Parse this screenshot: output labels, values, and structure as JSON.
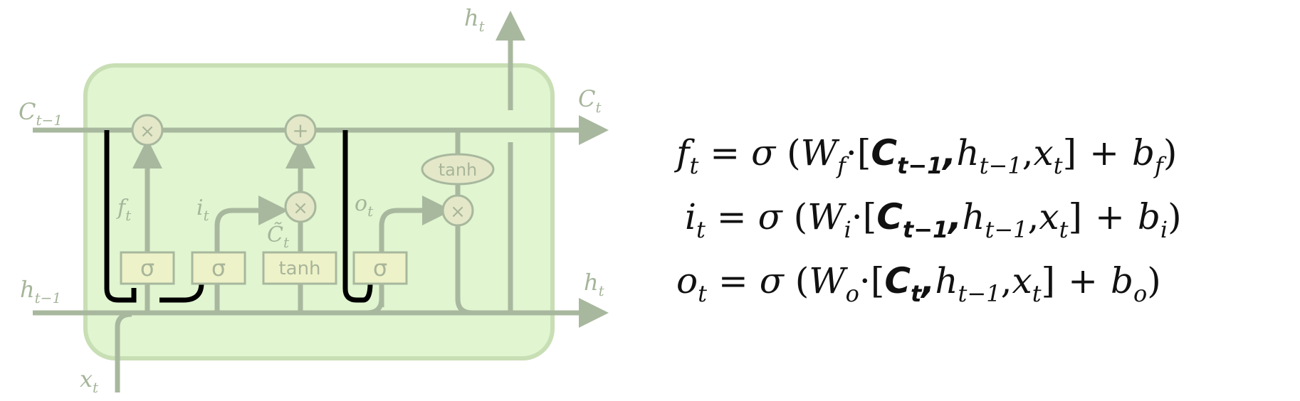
{
  "diagram": {
    "labels": {
      "c_prev": "C",
      "c_prev_sub": "t−1",
      "c_next": "C",
      "c_next_sub": "t",
      "h_prev": "h",
      "h_prev_sub": "t−1",
      "h_next": "h",
      "h_next_sub": "t",
      "h_top": "h",
      "h_top_sub": "t",
      "x_in": "x",
      "x_in_sub": "t",
      "f_gate": "f",
      "f_gate_sub": "t",
      "i_gate": "i",
      "i_gate_sub": "t",
      "o_gate": "o",
      "o_gate_sub": "t",
      "c_tilde": "C̃",
      "c_tilde_sub": "t"
    },
    "ops": {
      "mult": "×",
      "add": "+",
      "sigma": "σ",
      "tanh": "tanh"
    }
  },
  "equations": [
    {
      "lhs": "f",
      "lhs_sub": "t",
      "eq": "=",
      "sigma": "σ",
      "open": "(",
      "W": "W",
      "W_sub": "f",
      "dot": "·",
      "lb": "[",
      "bold": "C",
      "bold_sub": "t−1",
      "comma1": ",",
      "h": "h",
      "h_sub": "t−1",
      "comma2": ",",
      "x": "x",
      "x_sub": "t",
      "rb": "]",
      "plus": "+",
      "b": "b",
      "b_sub": "f",
      "close": ")"
    },
    {
      "lhs": "i",
      "lhs_sub": "t",
      "eq": "=",
      "sigma": "σ",
      "open": "(",
      "W": "W",
      "W_sub": "i",
      "dot": "·",
      "lb": "[",
      "bold": "C",
      "bold_sub": "t−1",
      "comma1": ",",
      "h": "h",
      "h_sub": "t−1",
      "comma2": ",",
      "x": "x",
      "x_sub": "t",
      "rb": "]",
      "plus": "+",
      "b": "b",
      "b_sub": "i",
      "close": ")"
    },
    {
      "lhs": "o",
      "lhs_sub": "t",
      "eq": "=",
      "sigma": "σ",
      "open": "(",
      "W": "W",
      "W_sub": "o",
      "dot": "·",
      "lb": "[",
      "bold": "C",
      "bold_sub": "t",
      "comma1": ",",
      "h": "h",
      "h_sub": "t−1",
      "comma2": ",",
      "x": "x",
      "x_sub": "t",
      "rb": "]",
      "plus": "+",
      "b": "b",
      "b_sub": "o",
      "close": ")"
    }
  ],
  "colors": {
    "cell_fill": "#e0f5d0",
    "cell_stroke": "#c8deb4",
    "line": "#a8b89e",
    "gate_fill": "#eef2c8",
    "peephole": "#000000",
    "text": "#111111"
  }
}
